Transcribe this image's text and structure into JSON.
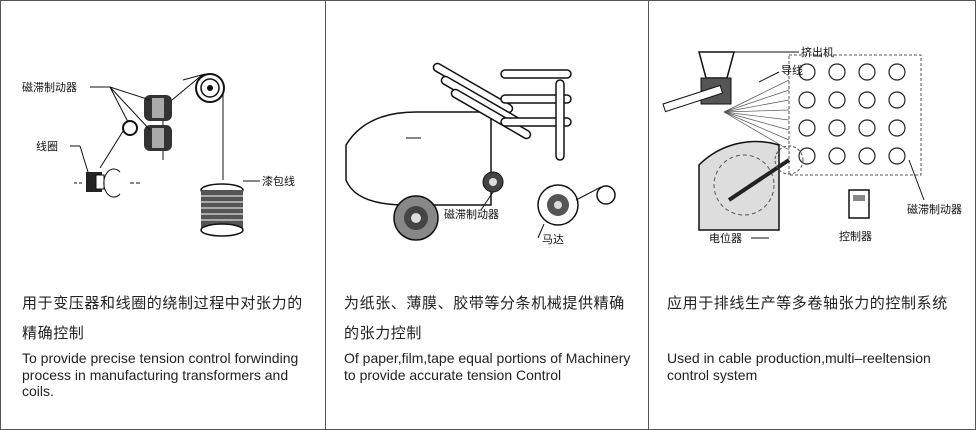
{
  "panels": [
    {
      "labels": {
        "brake": "磁滞制动器",
        "coil": "线圈",
        "wire": "漆包线"
      },
      "cn": "用于变压器和线圈的绕制过程中对张力的精确控制",
      "en": "To provide precise tension control forwinding process in manufacturing transformers and coils."
    },
    {
      "labels": {
        "brake": "磁滞制动器",
        "motor": "马达"
      },
      "cn": "为纸张、薄膜、胶带等分条机械提供精确的张力控制",
      "en": "Of paper,film,tape equal portions of Machinery to provide accurate tension Control"
    },
    {
      "labels": {
        "extruder": "挤出机",
        "guide": "导线",
        "brake": "磁滞制动器",
        "pot": "电位器",
        "controller": "控制器"
      },
      "cn": "应用于排线生产等多卷轴张力的控制系统",
      "en": "Used in cable production,multi–reeltension control system"
    }
  ]
}
